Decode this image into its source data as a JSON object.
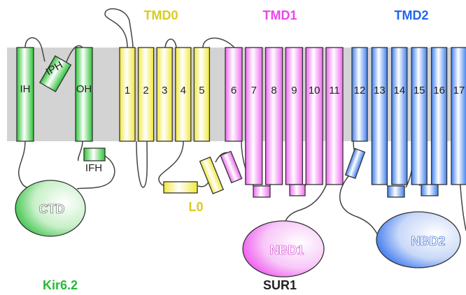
{
  "labels": {
    "tmd0": "TMD0",
    "tmd1": "TMD1",
    "tmd2": "TMD2",
    "l0": "L0",
    "kir": "Kir6.2",
    "sur": "SUR1",
    "ctd": "CTD",
    "nbd1": "NBD1",
    "nbd2": "NBD2",
    "ih": "IH",
    "oh": "OH",
    "iph": "IPH",
    "ifh": "IFH"
  },
  "helices": {
    "tmd0": [
      "1",
      "2",
      "3",
      "4",
      "5"
    ],
    "tmd1": [
      "6",
      "7",
      "8",
      "9",
      "10",
      "11"
    ],
    "tmd2": [
      "12",
      "13",
      "14",
      "15",
      "16",
      "17"
    ]
  },
  "colors": {
    "kir": "#22bb33",
    "tmd0": "#d8cc20",
    "tmd1": "#ee44ee",
    "tmd2": "#2266ee",
    "membrane": "#d3d3d3"
  }
}
